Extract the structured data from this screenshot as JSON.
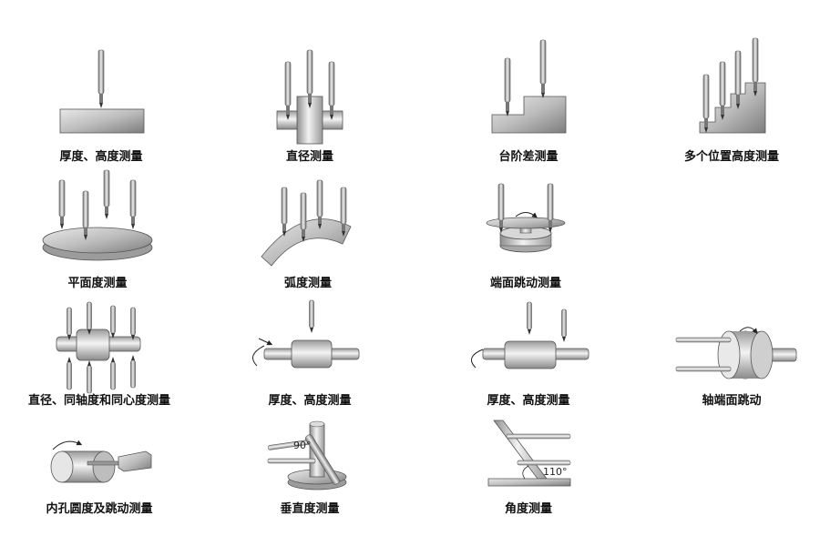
{
  "diagrams": [
    {
      "id": "thickness-height-1",
      "caption": "厚度、高度测量"
    },
    {
      "id": "diameter",
      "caption": "直径测量"
    },
    {
      "id": "step-difference",
      "caption": "台阶差测量"
    },
    {
      "id": "multi-position-height",
      "caption": "多个位置高度测量"
    },
    {
      "id": "flatness",
      "caption": "平面度测量"
    },
    {
      "id": "arc",
      "caption": "弧度测量"
    },
    {
      "id": "end-face-runout",
      "caption": "端面跳动测量"
    },
    {
      "id": "diameter-coaxiality-concentricity",
      "caption": "直径、同轴度和同心度测量"
    },
    {
      "id": "thickness-height-2",
      "caption": "厚度、高度测量"
    },
    {
      "id": "thickness-height-3",
      "caption": "厚度、高度测量"
    },
    {
      "id": "shaft-end-runout",
      "caption": "轴端面跳动"
    },
    {
      "id": "bore-roundness-runout",
      "caption": "内孔圆度及跳动测量"
    },
    {
      "id": "perpendicularity",
      "caption": "垂直度测量"
    },
    {
      "id": "angle",
      "caption": "角度测量"
    }
  ],
  "annotations": {
    "perpendicular_angle": "90°",
    "incline_angle": "110°"
  }
}
